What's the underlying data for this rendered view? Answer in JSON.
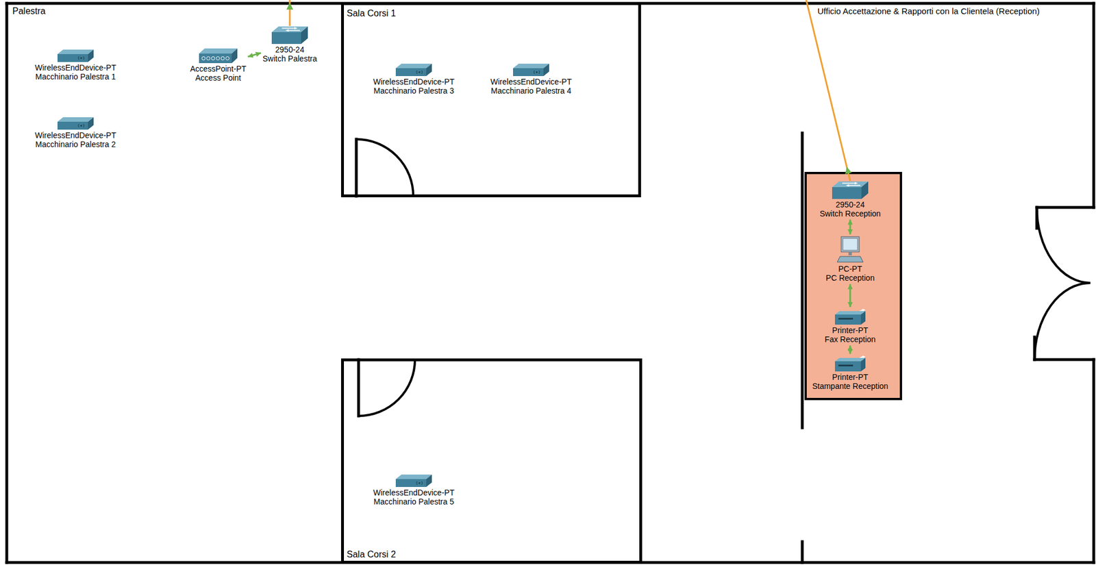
{
  "diagram": {
    "nodes": [
      {
        "text": [
          "WirelessEndDevice-PT",
          "Macchinario Palestra 1"
        ]
      },
      {
        "text": [
          "AccessPoint-PT",
          "Access Point"
        ]
      },
      {
        "text": [
          "2950-24",
          "Switch Palestra"
        ]
      },
      {
        "text": [
          "WirelessEndDevice-PT",
          "Macchinario Palestra 2"
        ]
      },
      {
        "text": [
          "Sala Corsi 1"
        ]
      },
      {
        "text": [
          "WirelessEndDevice-PT",
          "Macchinario Palestra 3"
        ],
        "in": 4
      },
      {
        "text": [
          "WirelessEndDevice-PT",
          "Macchinario Palestra 4"
        ],
        "in": 4
      },
      {
        "text": [
          "2950-24",
          "Switch Reception"
        ]
      },
      {
        "text": [
          "PC-PT",
          "PC Reception"
        ]
      },
      {
        "text": [
          "Printer-PT",
          "Fax Reception"
        ]
      },
      {
        "text": [
          "Printer-PT",
          "Stampante Reception"
        ]
      },
      {
        "text": [
          "Sala Corsi 2"
        ]
      },
      {
        "text": [
          "WirelessEndDevice-PT",
          "Macchinario Palestra 5"
        ],
        "in": 11
      }
    ],
    "edges": [
      {
        "from": 2,
        "to": 1,
        "arrow": "both"
      },
      {
        "from": 7,
        "to": 8,
        "arrow": "both"
      },
      {
        "from": 8,
        "to": 9,
        "arrow": "both"
      },
      {
        "from": 9,
        "to": 10,
        "arrow": "both"
      }
    ],
    "labels": [
      "Palestra",
      "Ufficio Accettazione & Rapporti con la Clientela (Reception)"
    ]
  }
}
